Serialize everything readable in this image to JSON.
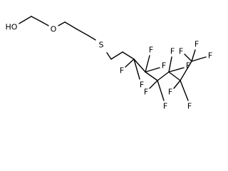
{
  "molecule": {
    "atoms": [
      {
        "id": "o_hydroxyl",
        "label": "HO"
      },
      {
        "id": "o_ether",
        "label": "O"
      },
      {
        "id": "s_thioether",
        "label": "S"
      },
      {
        "id": "f_c3_a",
        "label": "F"
      },
      {
        "id": "f_c3_b",
        "label": "F"
      },
      {
        "id": "f_c4_a",
        "label": "F"
      },
      {
        "id": "f_c4_b",
        "label": "F"
      },
      {
        "id": "f_c5_a",
        "label": "F"
      },
      {
        "id": "f_c5_b",
        "label": "F"
      },
      {
        "id": "f_c6_a",
        "label": "F"
      },
      {
        "id": "f_c6_b",
        "label": "F"
      },
      {
        "id": "f_c7_a",
        "label": "F"
      },
      {
        "id": "f_c7_b",
        "label": "F"
      },
      {
        "id": "f_c8_a",
        "label": "F"
      },
      {
        "id": "f_c8_b",
        "label": "F"
      },
      {
        "id": "f_c8_c",
        "label": "F"
      }
    ]
  }
}
